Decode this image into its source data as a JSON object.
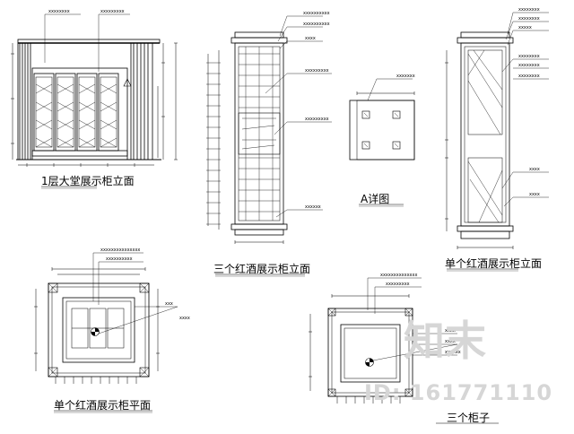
{
  "captions": {
    "elev1": "1层大堂展示柜立面",
    "elev2": "三个红酒展示柜立面",
    "detail_a": "A详图",
    "elev3": "单个红酒展示柜立面",
    "plan1": "单个红酒展示柜平面",
    "plan2": "三个柜子"
  },
  "watermark": {
    "brand": "知末",
    "id_text": "ID: 161771110"
  }
}
